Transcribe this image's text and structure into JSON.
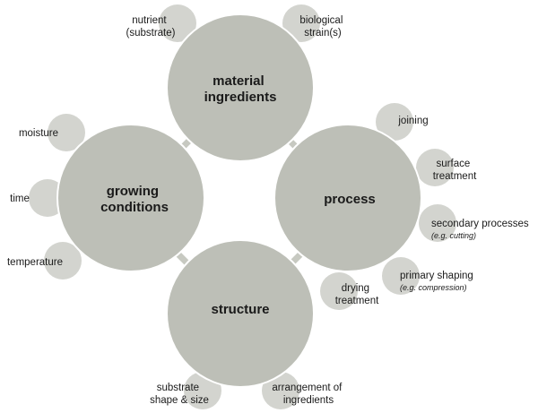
{
  "center": {
    "material": {
      "line1": "material",
      "line2": "ingredients"
    },
    "process": {
      "label": "process"
    },
    "growing": {
      "line1": "growing",
      "line2": "conditions"
    },
    "structure": {
      "label": "structure"
    }
  },
  "factors": {
    "nutrient": {
      "line1": "nutrient",
      "line2": "(substrate)"
    },
    "biological": {
      "line1": "biological",
      "line2": "strain(s)"
    },
    "joining": {
      "label": "joining"
    },
    "surface": {
      "line1": "surface",
      "line2": "treatment"
    },
    "secondary": {
      "label": "secondary processes",
      "note": "(e.g. cutting)"
    },
    "primary": {
      "label": "primary shaping",
      "note": "(e.g. compression)"
    },
    "drying": {
      "line1": "drying",
      "line2": "treatment"
    },
    "arrangement": {
      "line1": "arrangement of",
      "line2": "ingredients"
    },
    "substrate": {
      "line1": "substrate",
      "line2": "shape & size"
    },
    "moisture": {
      "label": "moisture"
    },
    "time": {
      "label": "time"
    },
    "temperature": {
      "label": "temperature"
    }
  }
}
